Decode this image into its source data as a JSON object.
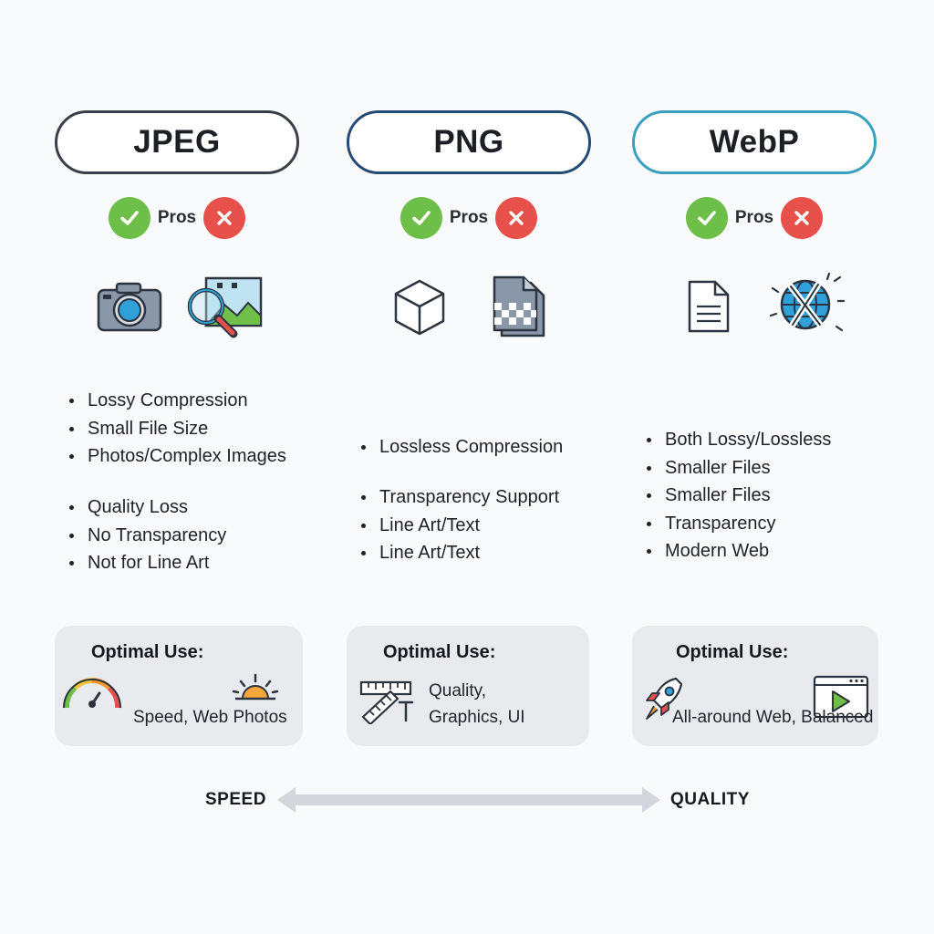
{
  "formats": [
    {
      "name": "JPEG",
      "pros_label": "Pros",
      "icons": [
        "camera-icon",
        "image-search-icon"
      ],
      "pros": [
        "Lossy Compression",
        "Small File Size",
        "Photos/Complex Images"
      ],
      "cons": [
        "Quality Loss",
        "No Transparency",
        "Not for Line Art"
      ],
      "optimal_title": "Optimal Use:",
      "optimal_icons": [
        "speedometer-icon",
        "sunrise-icon"
      ],
      "optimal_text": "Speed, Web Photos"
    },
    {
      "name": "PNG",
      "pros_label": "Pros",
      "icons": [
        "cube-icon",
        "transparency-file-icon"
      ],
      "pros": [
        "Lossless Compression"
      ],
      "cons": [
        "Transparency Support",
        "Line Art/Text",
        "Line Art/Text"
      ],
      "optimal_title": "Optimal Use:",
      "optimal_icons": [
        "ruler-text-icon"
      ],
      "optimal_text_line1": "Quality,",
      "optimal_text_line2": "Graphics, UI"
    },
    {
      "name": "WebP",
      "pros_label": "Pros",
      "icons": [
        "document-icon",
        "globe-icon"
      ],
      "pros": [
        "Both Lossy/Lossless",
        "Smaller Files",
        "Smaller Files",
        "Transparency",
        "Modern Web"
      ],
      "optimal_title": "Optimal Use:",
      "optimal_icons": [
        "rocket-icon",
        "video-window-icon"
      ],
      "optimal_text": "All-around Web, Balanced"
    }
  ],
  "scale": {
    "left_label": "SPEED",
    "right_label": "QUALITY"
  },
  "colors": {
    "jpeg_border": "#3a3f47",
    "png_border": "#264a78",
    "webp_border": "#3aa0c0",
    "pros_green": "#6dbf4a",
    "cons_red": "#e8504c",
    "arrow": "#d3d7dd"
  }
}
